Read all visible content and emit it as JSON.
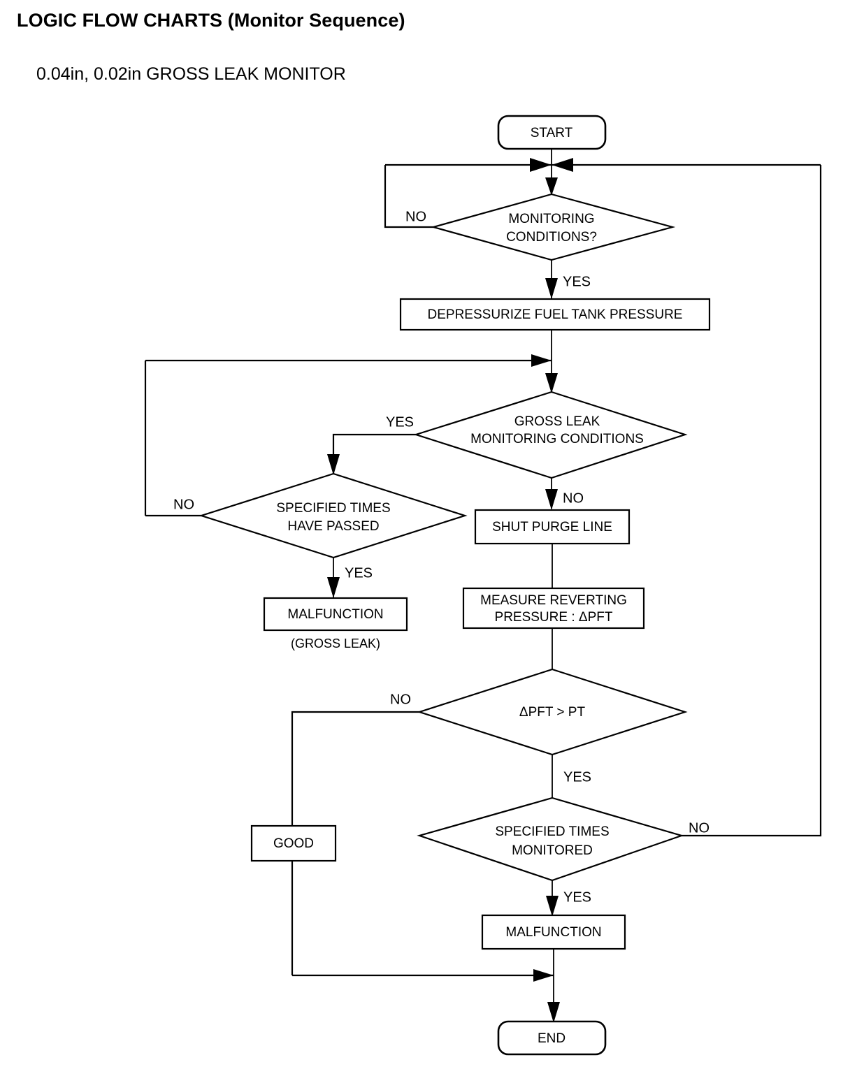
{
  "header": {
    "title": "LOGIC FLOW CHARTS (Monitor Sequence)",
    "subtitle": "0.04in, 0.02in GROSS LEAK MONITOR"
  },
  "chart_data": {
    "type": "diagram",
    "title": "0.04in, 0.02in GROSS LEAK MONITOR",
    "nodes": [
      {
        "id": "start",
        "shape": "terminator",
        "label": "START"
      },
      {
        "id": "mon_cond",
        "shape": "decision",
        "label_line1": "MONITORING",
        "label_line2": "CONDITIONS?"
      },
      {
        "id": "depress",
        "shape": "process",
        "label": "DEPRESSURIZE FUEL TANK PRESSURE"
      },
      {
        "id": "gross_leak",
        "shape": "decision",
        "label_line1": "GROSS LEAK",
        "label_line2": "MONITORING CONDITIONS"
      },
      {
        "id": "spec_passed",
        "shape": "decision",
        "label_line1": "SPECIFIED TIMES",
        "label_line2": "HAVE PASSED"
      },
      {
        "id": "malf_gross",
        "shape": "process",
        "label": "MALFUNCTION",
        "caption": "(GROSS LEAK)"
      },
      {
        "id": "shut_purge",
        "shape": "process",
        "label": "SHUT PURGE LINE"
      },
      {
        "id": "measure",
        "shape": "process",
        "label_line1": "MEASURE REVERTING",
        "label_line2": "PRESSURE : ΔPFT"
      },
      {
        "id": "pft_gt_pt",
        "shape": "decision",
        "label": "ΔPFT > PT"
      },
      {
        "id": "spec_monit",
        "shape": "decision",
        "label_line1": "SPECIFIED TIMES",
        "label_line2": "MONITORED"
      },
      {
        "id": "good",
        "shape": "process",
        "label": "GOOD"
      },
      {
        "id": "malf_end",
        "shape": "process",
        "label": "MALFUNCTION"
      },
      {
        "id": "end",
        "shape": "terminator",
        "label": "END"
      }
    ],
    "edges": [
      {
        "from": "start",
        "to": "mon_cond",
        "label": ""
      },
      {
        "from": "mon_cond",
        "to": "mon_cond",
        "label": "NO"
      },
      {
        "from": "mon_cond",
        "to": "depress",
        "label": "YES"
      },
      {
        "from": "depress",
        "to": "gross_leak",
        "label": ""
      },
      {
        "from": "gross_leak",
        "to": "spec_passed",
        "label": "YES"
      },
      {
        "from": "gross_leak",
        "to": "shut_purge",
        "label": "NO"
      },
      {
        "from": "spec_passed",
        "to": "gross_leak",
        "label": "NO"
      },
      {
        "from": "spec_passed",
        "to": "malf_gross",
        "label": "YES"
      },
      {
        "from": "shut_purge",
        "to": "measure",
        "label": ""
      },
      {
        "from": "measure",
        "to": "pft_gt_pt",
        "label": ""
      },
      {
        "from": "pft_gt_pt",
        "to": "good",
        "label": "NO"
      },
      {
        "from": "pft_gt_pt",
        "to": "spec_monit",
        "label": "YES"
      },
      {
        "from": "spec_monit",
        "to": "mon_cond",
        "label": "NO"
      },
      {
        "from": "spec_monit",
        "to": "malf_end",
        "label": "YES"
      },
      {
        "from": "good",
        "to": "end",
        "label": ""
      },
      {
        "from": "malf_end",
        "to": "end",
        "label": ""
      }
    ],
    "branch_labels": {
      "mon_no": "NO",
      "mon_yes": "YES",
      "gross_yes": "YES",
      "gross_no": "NO",
      "passed_no": "NO",
      "passed_yes": "YES",
      "pft_no": "NO",
      "pft_yes": "YES",
      "monit_no": "NO",
      "monit_yes": "YES"
    },
    "colors": {
      "stroke": "#000000",
      "fill": "#ffffff",
      "text": "#000000"
    }
  }
}
